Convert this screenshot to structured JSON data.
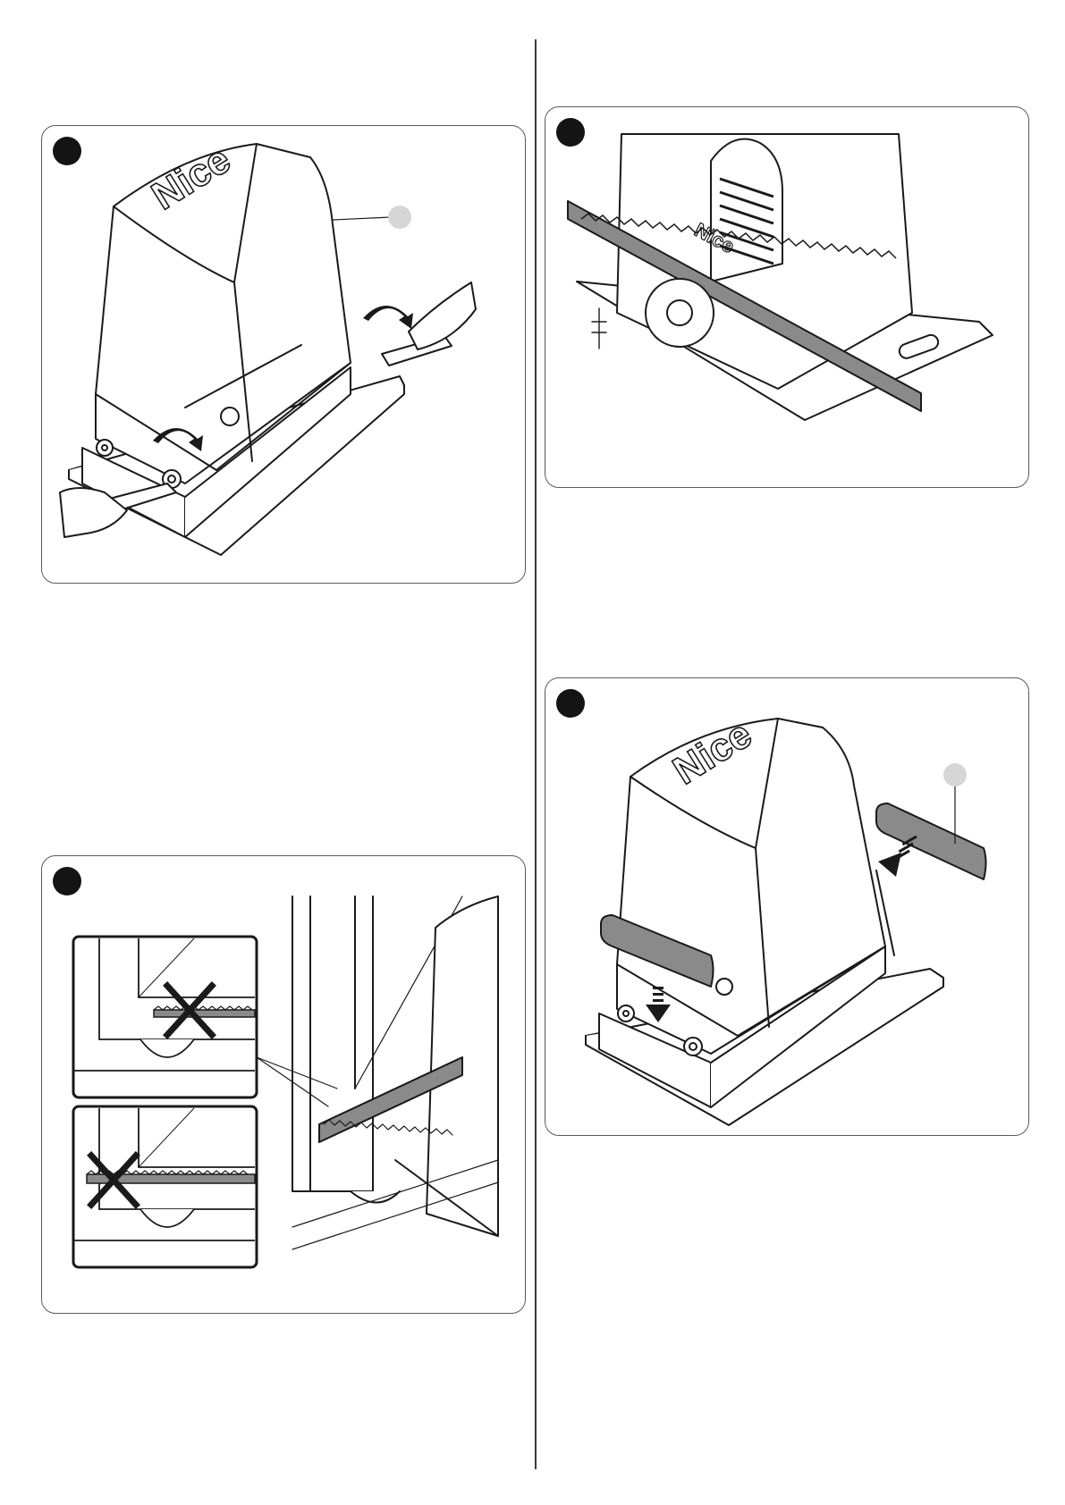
{
  "brand": "Nice",
  "colors": {
    "ink": "#1a1a1a",
    "callout": "#d6d6d6",
    "part_fill": "#8a8a8a",
    "step_badge": "#141414"
  },
  "figures": [
    {
      "id": "fig-a",
      "callout": true,
      "icon": "wrench-tightening"
    },
    {
      "id": "fig-b",
      "callout": false,
      "icon": "rack-pinion-gap"
    },
    {
      "id": "fig-c",
      "callout": false,
      "icon": "rack-alignment-wrong"
    },
    {
      "id": "fig-d",
      "callout": true,
      "icon": "side-covers-fitting"
    }
  ]
}
